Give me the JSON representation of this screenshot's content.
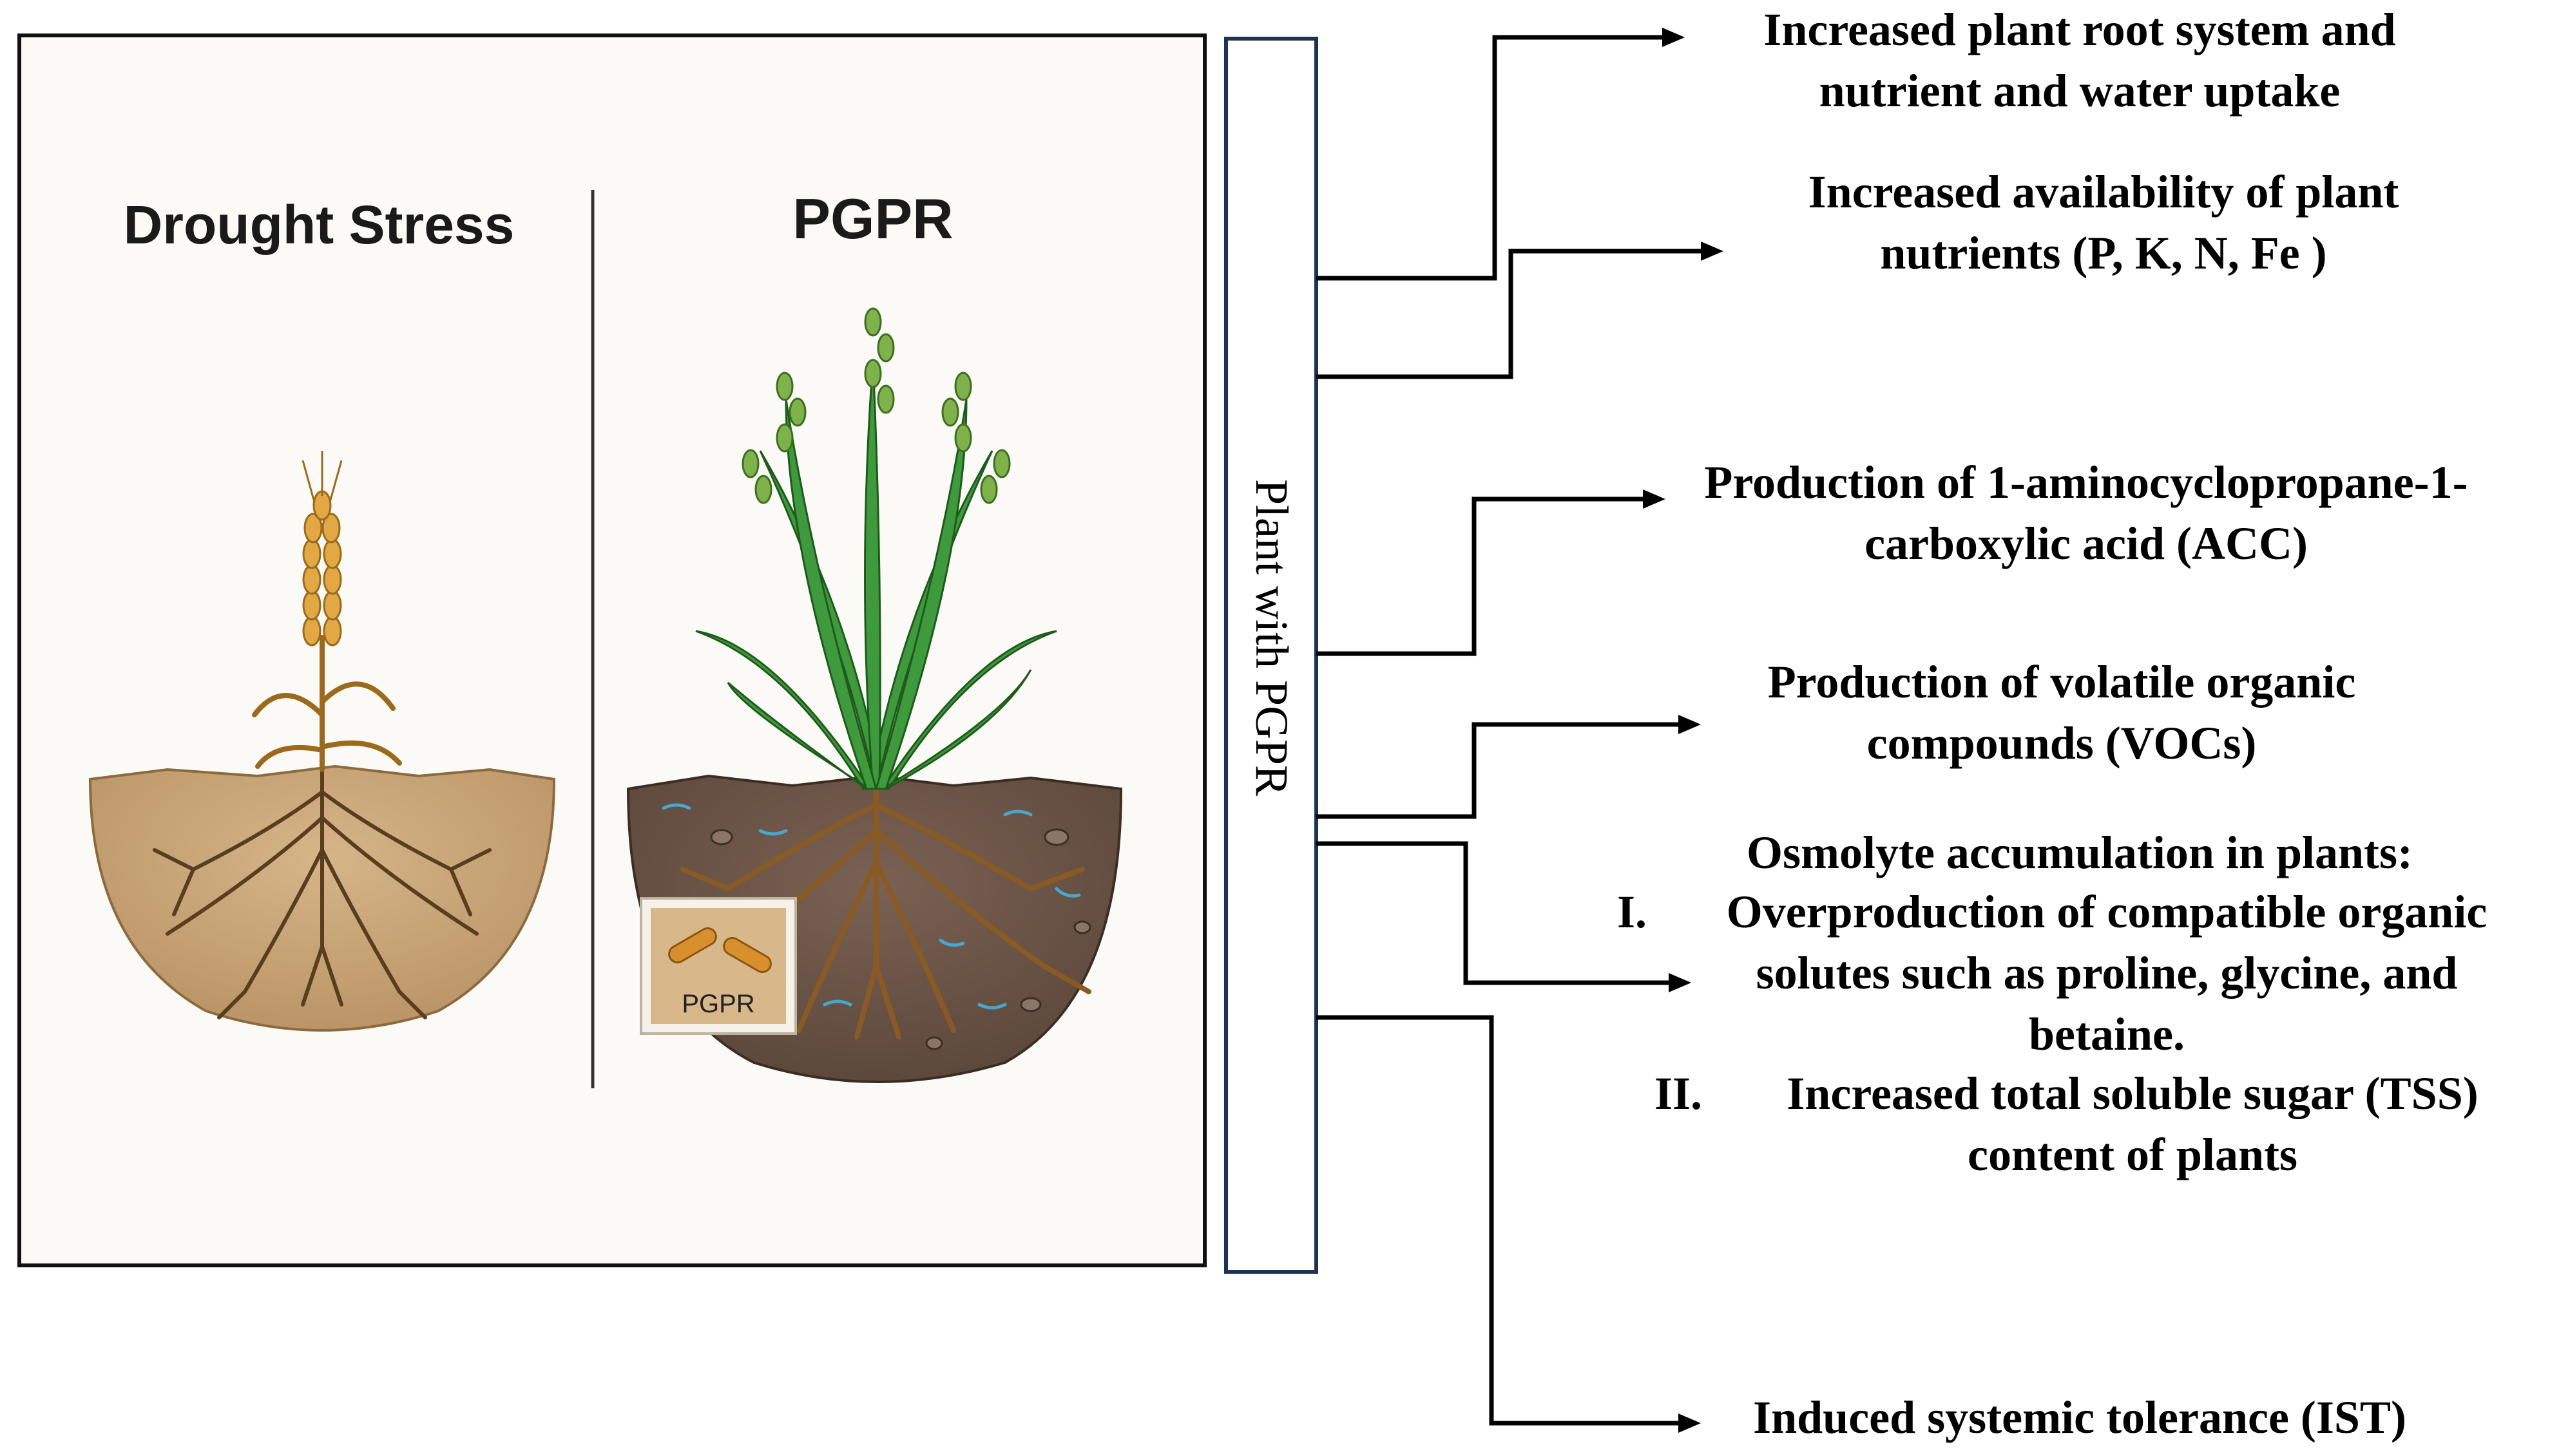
{
  "panel": {
    "left_title": "Drought Stress",
    "right_title": "PGPR",
    "badge_label": "PGPR"
  },
  "mechanism_box": {
    "label": "Plant with PGPR"
  },
  "outcomes": [
    {
      "lines": [
        "Increased plant root system and",
        "nutrient and water uptake"
      ]
    },
    {
      "lines": [
        "Increased availability of plant",
        "nutrients (P, K, N, Fe )"
      ]
    },
    {
      "lines": [
        "Production of 1-aminocyclopropane-1-",
        "carboxylic acid (ACC)"
      ]
    },
    {
      "lines": [
        "Production of volatile organic",
        "compounds (VOCs)"
      ]
    },
    {
      "heading": "Osmolyte accumulation in plants:",
      "items": [
        {
          "marker": "I.",
          "lines": [
            "Overproduction of compatible organic",
            "solutes such as proline, glycine, and",
            "betaine."
          ]
        },
        {
          "marker": "II.",
          "lines": [
            "Increased total soluble sugar (TSS)",
            "content of plants"
          ]
        }
      ]
    },
    {
      "lines": [
        "Induced systemic tolerance (IST)"
      ]
    }
  ],
  "colors": {
    "soil_dry": "#c8a474",
    "soil_moist": "#6b5446",
    "root": "#5a3d1e",
    "wheat_grain": "#e2a844",
    "leaf": "#3e9a3c",
    "water": "#46a8cc",
    "box_border": "#1e3350"
  }
}
